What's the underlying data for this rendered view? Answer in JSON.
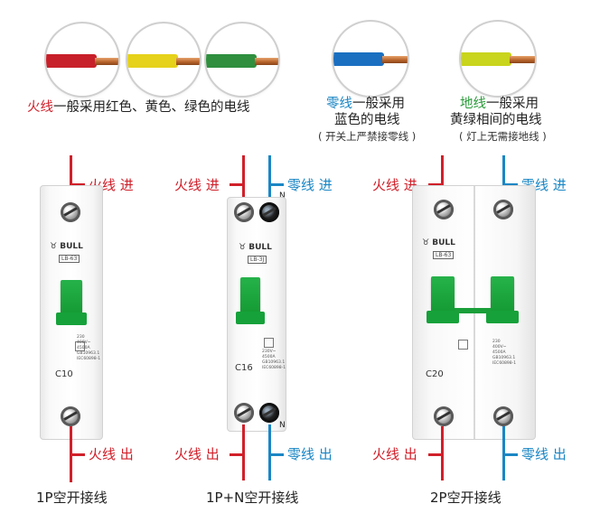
{
  "wire_colors": {
    "red": "#c8202a",
    "yellow": "#e6d21a",
    "green": "#2f8f3e",
    "blue": "#1a6fc1",
    "yellow_green": "#c9d41c",
    "copper": "#c07035"
  },
  "captions": {
    "live": {
      "highlight": "火线",
      "rest": "一般采用红色、黄色、绿色的电线"
    },
    "neutral": {
      "highlight": "零线",
      "rest_line1": "一般采用",
      "line2": "蓝色的电线",
      "note": "( 开关上严禁接零线 )"
    },
    "ground": {
      "highlight": "地线",
      "rest_line1": "一般采用",
      "line2": "黄绿相间的电线",
      "note": "( 灯上无需接地线 )"
    }
  },
  "terminals": {
    "live_in": "火线 进",
    "neutral_in": "零线 进",
    "live_out": "火线 出",
    "neutral_out": "零线 出",
    "n_mark": "N"
  },
  "breakers": [
    {
      "brand": "BULL",
      "model": "LB-63",
      "rating": "C10",
      "specs": "230\n400V~\n4500A\nGB10963.1\nIEC60898-1",
      "caption": "1P空开接线"
    },
    {
      "brand": "BULL",
      "model": "LB-3J",
      "rating": "C16",
      "specs": "230V~\n4500A\nGB10963.1\nIEC60898-1",
      "caption": "1P+N空开接线"
    },
    {
      "brand": "BULL",
      "model": "LB-63",
      "rating": "C20",
      "specs": "230\n400V~\n4500A\nGB10963.1\nIEC60898-1",
      "caption": "2P空开接线"
    }
  ]
}
